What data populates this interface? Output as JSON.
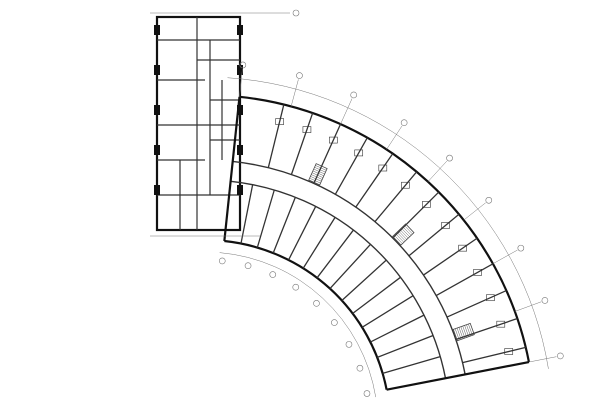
{
  "drawing": {
    "type": "architectural-floor-plan",
    "wings": [
      "rectangular-wing",
      "curved-wing"
    ],
    "colors": {
      "background": "#ffffff",
      "wall": "#111111",
      "partition": "#333333",
      "grid_line": "#777777",
      "stair": "#444444"
    }
  }
}
